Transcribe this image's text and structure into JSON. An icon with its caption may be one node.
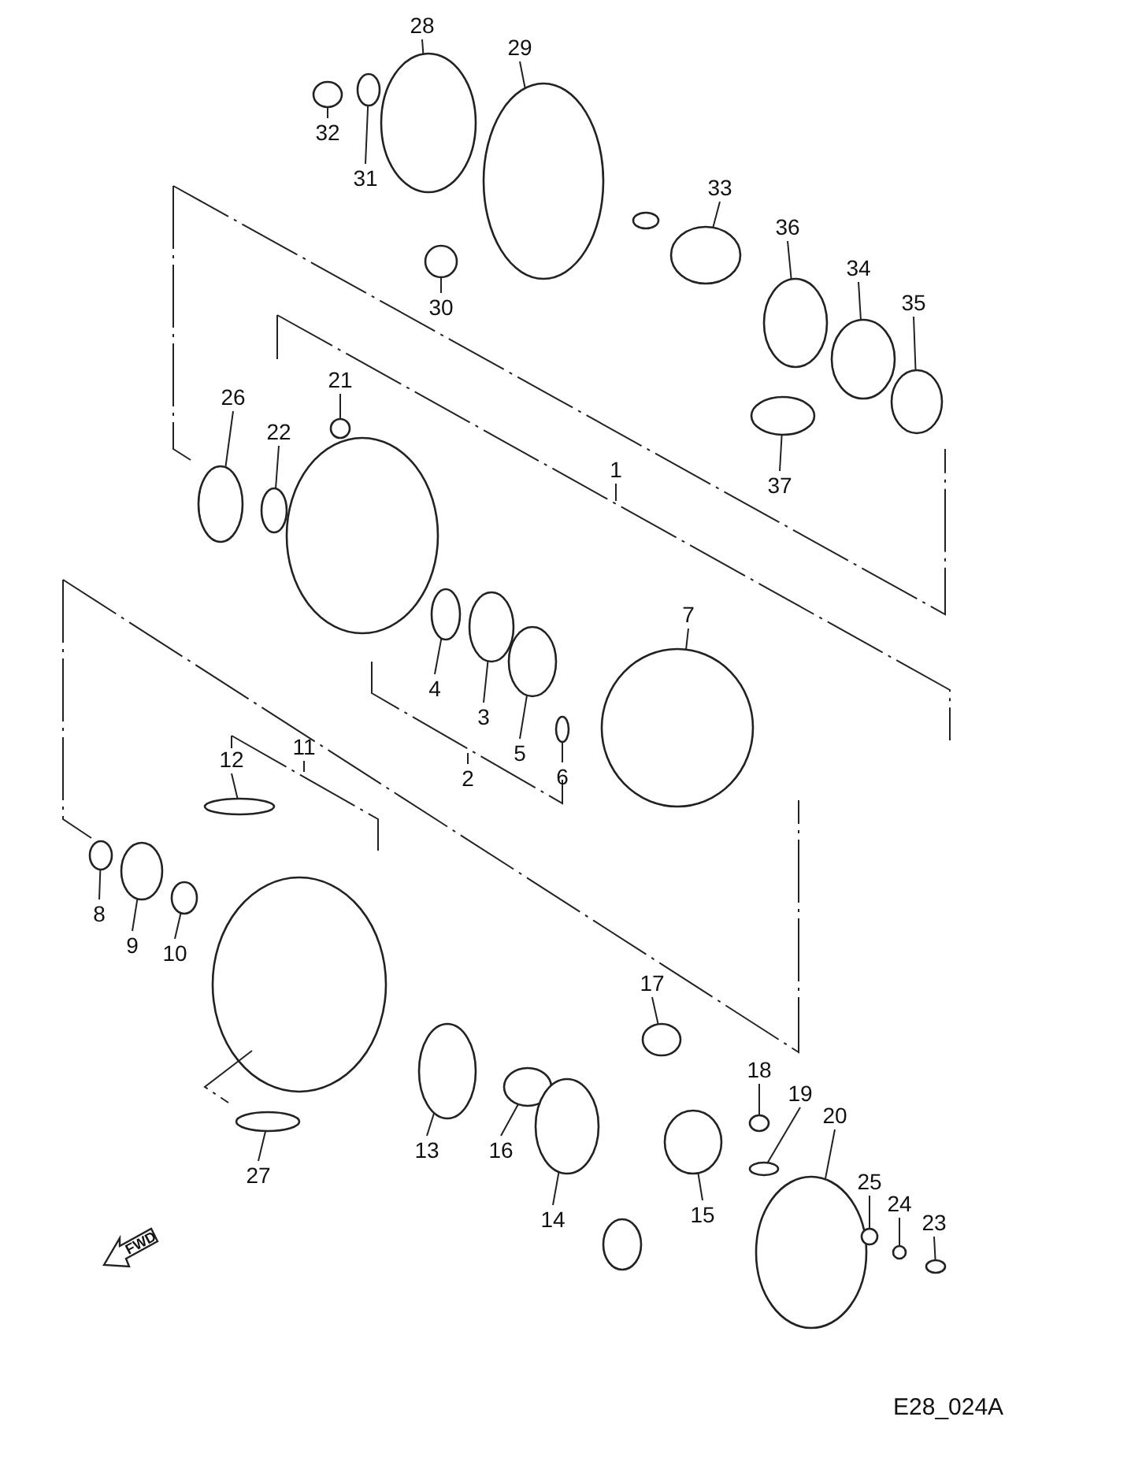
{
  "diagram": {
    "nodes": [
      {
        "text": [
          "28"
        ]
      },
      {
        "text": [
          "29"
        ]
      },
      {
        "text": [
          "32"
        ]
      },
      {
        "text": [
          "31"
        ]
      },
      {
        "text": [
          "33"
        ]
      },
      {
        "text": [
          "36"
        ]
      },
      {
        "text": [
          "34"
        ]
      },
      {
        "text": [
          "35"
        ]
      },
      {
        "text": [
          "30"
        ]
      },
      {
        "text": [
          "21"
        ]
      },
      {
        "text": [
          "26"
        ]
      },
      {
        "text": [
          "22"
        ]
      },
      {
        "text": [
          "1"
        ]
      },
      {
        "text": [
          "37"
        ]
      },
      {
        "text": [
          "7"
        ]
      },
      {
        "text": [
          "4"
        ]
      },
      {
        "text": [
          "3"
        ]
      },
      {
        "text": [
          "5"
        ]
      },
      {
        "text": [
          "6"
        ]
      },
      {
        "text": [
          "2"
        ]
      },
      {
        "text": [
          "11"
        ]
      },
      {
        "text": [
          "12"
        ]
      },
      {
        "text": [
          "8"
        ]
      },
      {
        "text": [
          "9"
        ]
      },
      {
        "text": [
          "10"
        ]
      },
      {
        "text": [
          "17"
        ]
      },
      {
        "text": [
          "18"
        ]
      },
      {
        "text": [
          "19"
        ]
      },
      {
        "text": [
          "20"
        ]
      },
      {
        "text": [
          "25"
        ]
      },
      {
        "text": [
          "24"
        ]
      },
      {
        "text": [
          "23"
        ]
      },
      {
        "text": [
          "13"
        ]
      },
      {
        "text": [
          "16"
        ]
      },
      {
        "text": [
          "27"
        ]
      },
      {
        "text": [
          "14"
        ]
      },
      {
        "text": [
          "15"
        ]
      },
      {
        "text": [],
        "shape": "circle"
      },
      {
        "text": [],
        "shape": "circle"
      },
      {
        "text": [],
        "shape": "circle"
      },
      {
        "text": [],
        "shape": "circle"
      },
      {
        "text": [],
        "shape": "circle"
      },
      {
        "text": [],
        "shape": "circle"
      },
      {
        "text": [],
        "shape": "circle"
      },
      {
        "text": [],
        "shape": "circle"
      },
      {
        "text": [],
        "shape": "circle"
      },
      {
        "text": [],
        "shape": "circle"
      },
      {
        "text": [],
        "shape": "circle"
      },
      {
        "text": [],
        "shape": "circle"
      },
      {
        "text": [],
        "shape": "circle"
      },
      {
        "text": [],
        "shape": "circle"
      },
      {
        "text": [],
        "shape": "circle"
      },
      {
        "text": [],
        "shape": "circle"
      },
      {
        "text": [],
        "shape": "circle"
      },
      {
        "text": [],
        "shape": "circle"
      },
      {
        "text": [],
        "shape": "circle"
      },
      {
        "text": [],
        "shape": "circle"
      },
      {
        "text": [],
        "shape": "circle"
      },
      {
        "text": [],
        "shape": "circle"
      },
      {
        "text": [],
        "shape": "circle"
      },
      {
        "text": [],
        "shape": "circle"
      },
      {
        "text": [],
        "shape": "circle"
      },
      {
        "text": [],
        "shape": "circle"
      },
      {
        "text": [],
        "shape": "circle"
      },
      {
        "text": [],
        "shape": "circle"
      },
      {
        "text": [],
        "shape": "circle"
      },
      {
        "text": [],
        "shape": "circle"
      },
      {
        "text": [],
        "shape": "circle"
      },
      {
        "text": [],
        "shape": "circle"
      },
      {
        "text": [],
        "shape": "circle"
      },
      {
        "text": [],
        "shape": "circle"
      }
    ],
    "edges": [
      {
        "from": 0,
        "to": 37,
        "arrow": "none"
      },
      {
        "from": 1,
        "to": 38,
        "arrow": "none"
      },
      {
        "from": 2,
        "to": 39,
        "arrow": "none"
      },
      {
        "from": 3,
        "to": 40,
        "arrow": "none"
      },
      {
        "from": 4,
        "to": 41,
        "arrow": "none"
      },
      {
        "from": 5,
        "to": 42,
        "arrow": "none"
      },
      {
        "from": 6,
        "to": 43,
        "arrow": "none"
      },
      {
        "from": 7,
        "to": 44,
        "arrow": "none"
      },
      {
        "from": 8,
        "to": 45,
        "arrow": "none"
      },
      {
        "from": 9,
        "to": 46,
        "arrow": "none"
      },
      {
        "from": 10,
        "to": 47,
        "arrow": "none"
      },
      {
        "from": 11,
        "to": 48,
        "arrow": "none"
      },
      {
        "from": 12,
        "to": null,
        "arrow": "none"
      },
      {
        "from": 13,
        "to": 49,
        "arrow": "none"
      },
      {
        "from": 14,
        "to": 50,
        "arrow": "none"
      },
      {
        "from": 15,
        "to": 51,
        "arrow": "none"
      },
      {
        "from": 16,
        "to": 52,
        "arrow": "none"
      },
      {
        "from": 17,
        "to": 53,
        "arrow": "none"
      },
      {
        "from": 18,
        "to": 54,
        "arrow": "none"
      },
      {
        "from": 19,
        "to": null,
        "arrow": "none"
      },
      {
        "from": 20,
        "to": null,
        "arrow": "none"
      },
      {
        "from": 21,
        "to": 55,
        "arrow": "none"
      },
      {
        "from": 22,
        "to": 56,
        "arrow": "none"
      },
      {
        "from": 23,
        "to": 57,
        "arrow": "none"
      },
      {
        "from": 24,
        "to": 58,
        "arrow": "none"
      },
      {
        "from": 25,
        "to": 59,
        "arrow": "none"
      },
      {
        "from": 26,
        "to": 60,
        "arrow": "none"
      },
      {
        "from": 27,
        "to": 61,
        "arrow": "none"
      },
      {
        "from": 28,
        "to": 62,
        "arrow": "none"
      },
      {
        "from": 29,
        "to": 63,
        "arrow": "none"
      },
      {
        "from": 30,
        "to": 64,
        "arrow": "none"
      },
      {
        "from": 31,
        "to": 65,
        "arrow": "none"
      },
      {
        "from": 32,
        "to": 66,
        "arrow": "none"
      },
      {
        "from": 33,
        "to": 67,
        "arrow": "none"
      },
      {
        "from": 34,
        "to": 68,
        "arrow": "none"
      },
      {
        "from": 35,
        "to": 69,
        "arrow": "none"
      },
      {
        "from": 36,
        "to": 70,
        "arrow": "none"
      }
    ],
    "labels": [
      "FWD",
      "E28_024A"
    ]
  }
}
